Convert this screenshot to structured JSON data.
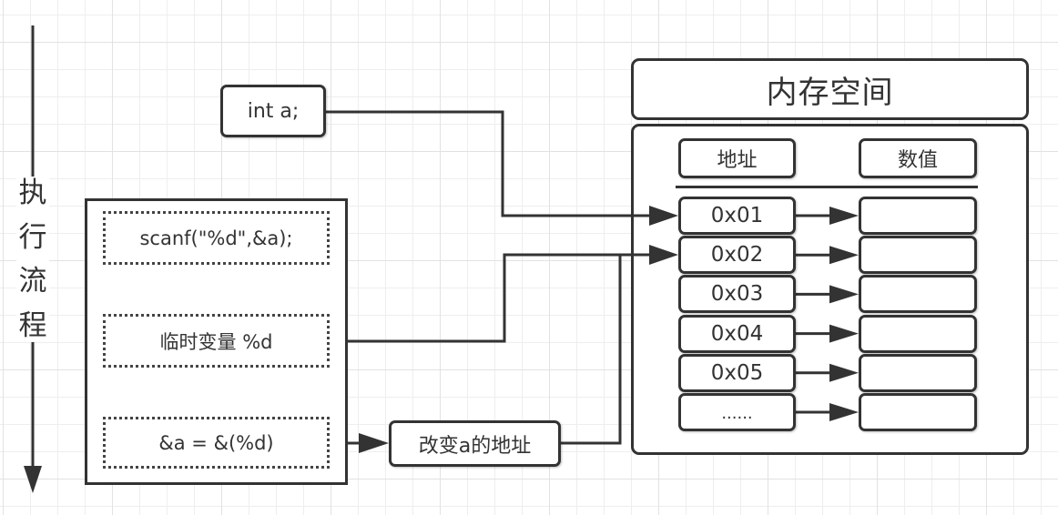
{
  "flow": {
    "label_chars": [
      "执",
      "行",
      "流",
      "程"
    ]
  },
  "declaration": {
    "text": "int a;"
  },
  "process": {
    "steps": [
      {
        "text": "scanf(\"%d\",&a);"
      },
      {
        "text": "临时变量 %d"
      },
      {
        "text": "&a = &(%d)"
      }
    ]
  },
  "change_address": {
    "text": "改变a的地址"
  },
  "memory": {
    "title": "内存空间",
    "headers": {
      "address": "地址",
      "value": "数值"
    },
    "rows": [
      {
        "address": "0x01",
        "value": ""
      },
      {
        "address": "0x02",
        "value": ""
      },
      {
        "address": "0x03",
        "value": ""
      },
      {
        "address": "0x04",
        "value": ""
      },
      {
        "address": "0x05",
        "value": ""
      },
      {
        "address": "......",
        "value": ""
      }
    ]
  },
  "connections": [
    {
      "from": "declaration",
      "to": "memory.rows.0"
    },
    {
      "from": "process.steps.1",
      "to": "memory.rows.1"
    },
    {
      "from": "process.steps.2",
      "to": "change_address"
    },
    {
      "from": "change_address",
      "to": "memory.rows.1"
    }
  ]
}
